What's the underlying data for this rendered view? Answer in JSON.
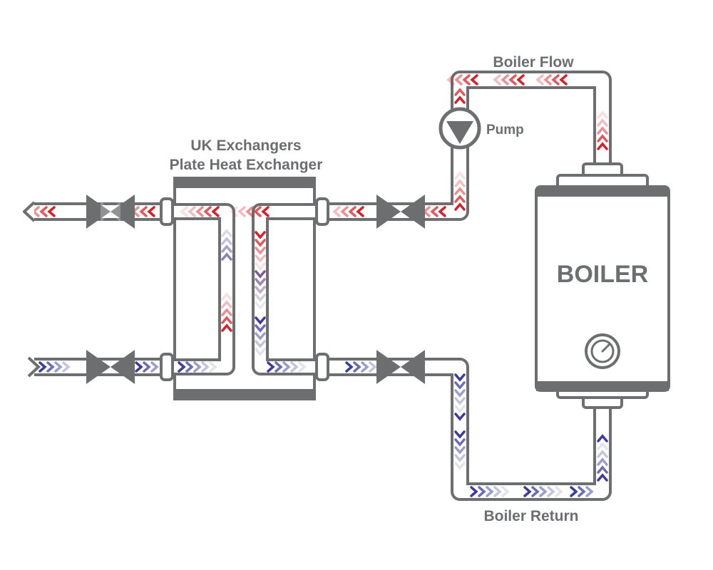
{
  "labels": {
    "exchanger_line1": "UK Exchangers",
    "exchanger_line2": "Plate Heat Exchanger",
    "boiler_flow": "Boiler Flow",
    "pump": "Pump",
    "boiler": "BOILER",
    "boiler_return": "Boiler Return"
  },
  "colors": {
    "pipe": "#6d6e70",
    "hot": "#d2232a",
    "cold": "#3c3c9a",
    "background": "#ffffff"
  },
  "icons": {
    "pump": "pump-icon",
    "valve": "butterfly-valve-icon",
    "gauge": "gauge-icon"
  }
}
